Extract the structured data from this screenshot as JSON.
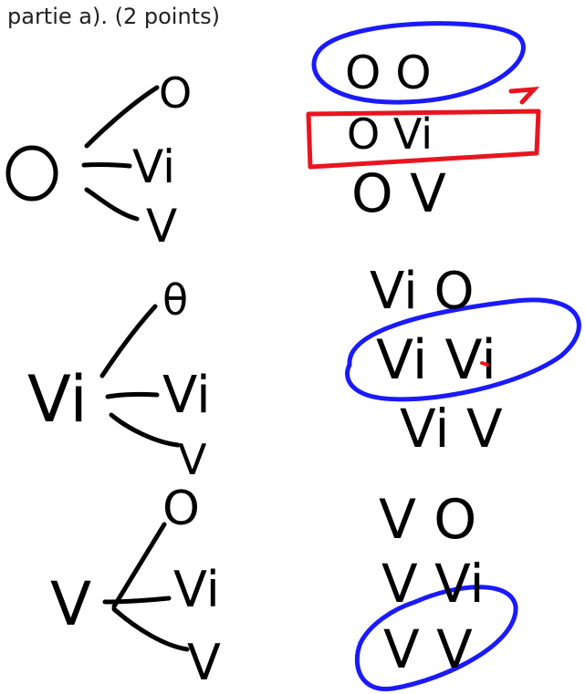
{
  "caption": "partie a). (2 points)",
  "colors": {
    "ink": "#000000",
    "blue_ink": "#1a1aff",
    "red_ink": "#e8151f"
  },
  "trees": [
    {
      "root": "O",
      "branches": [
        "O",
        "Vi",
        "V"
      ]
    },
    {
      "root": "Vi",
      "branches": [
        "θ",
        "Vi",
        "V"
      ]
    },
    {
      "root": "V",
      "branches": [
        "O",
        "Vi",
        "V"
      ]
    }
  ],
  "pair_groups": [
    {
      "pairs": [
        "O O",
        "O Vi",
        "O V"
      ],
      "marks": [
        {
          "pair": "O O",
          "color": "blue",
          "shape": "ellipse"
        },
        {
          "pair": "O Vi",
          "color": "red",
          "shape": "rectangle-arrow"
        }
      ]
    },
    {
      "pairs": [
        "Vi O",
        "Vi Vi",
        "Vi V"
      ],
      "marks": [
        {
          "pair": "Vi Vi",
          "color": "blue",
          "shape": "ellipse"
        }
      ]
    },
    {
      "pairs": [
        "V O",
        "V Vi",
        "V V"
      ],
      "marks": [
        {
          "pair": "V V",
          "color": "blue",
          "shape": "ellipse"
        }
      ]
    }
  ]
}
